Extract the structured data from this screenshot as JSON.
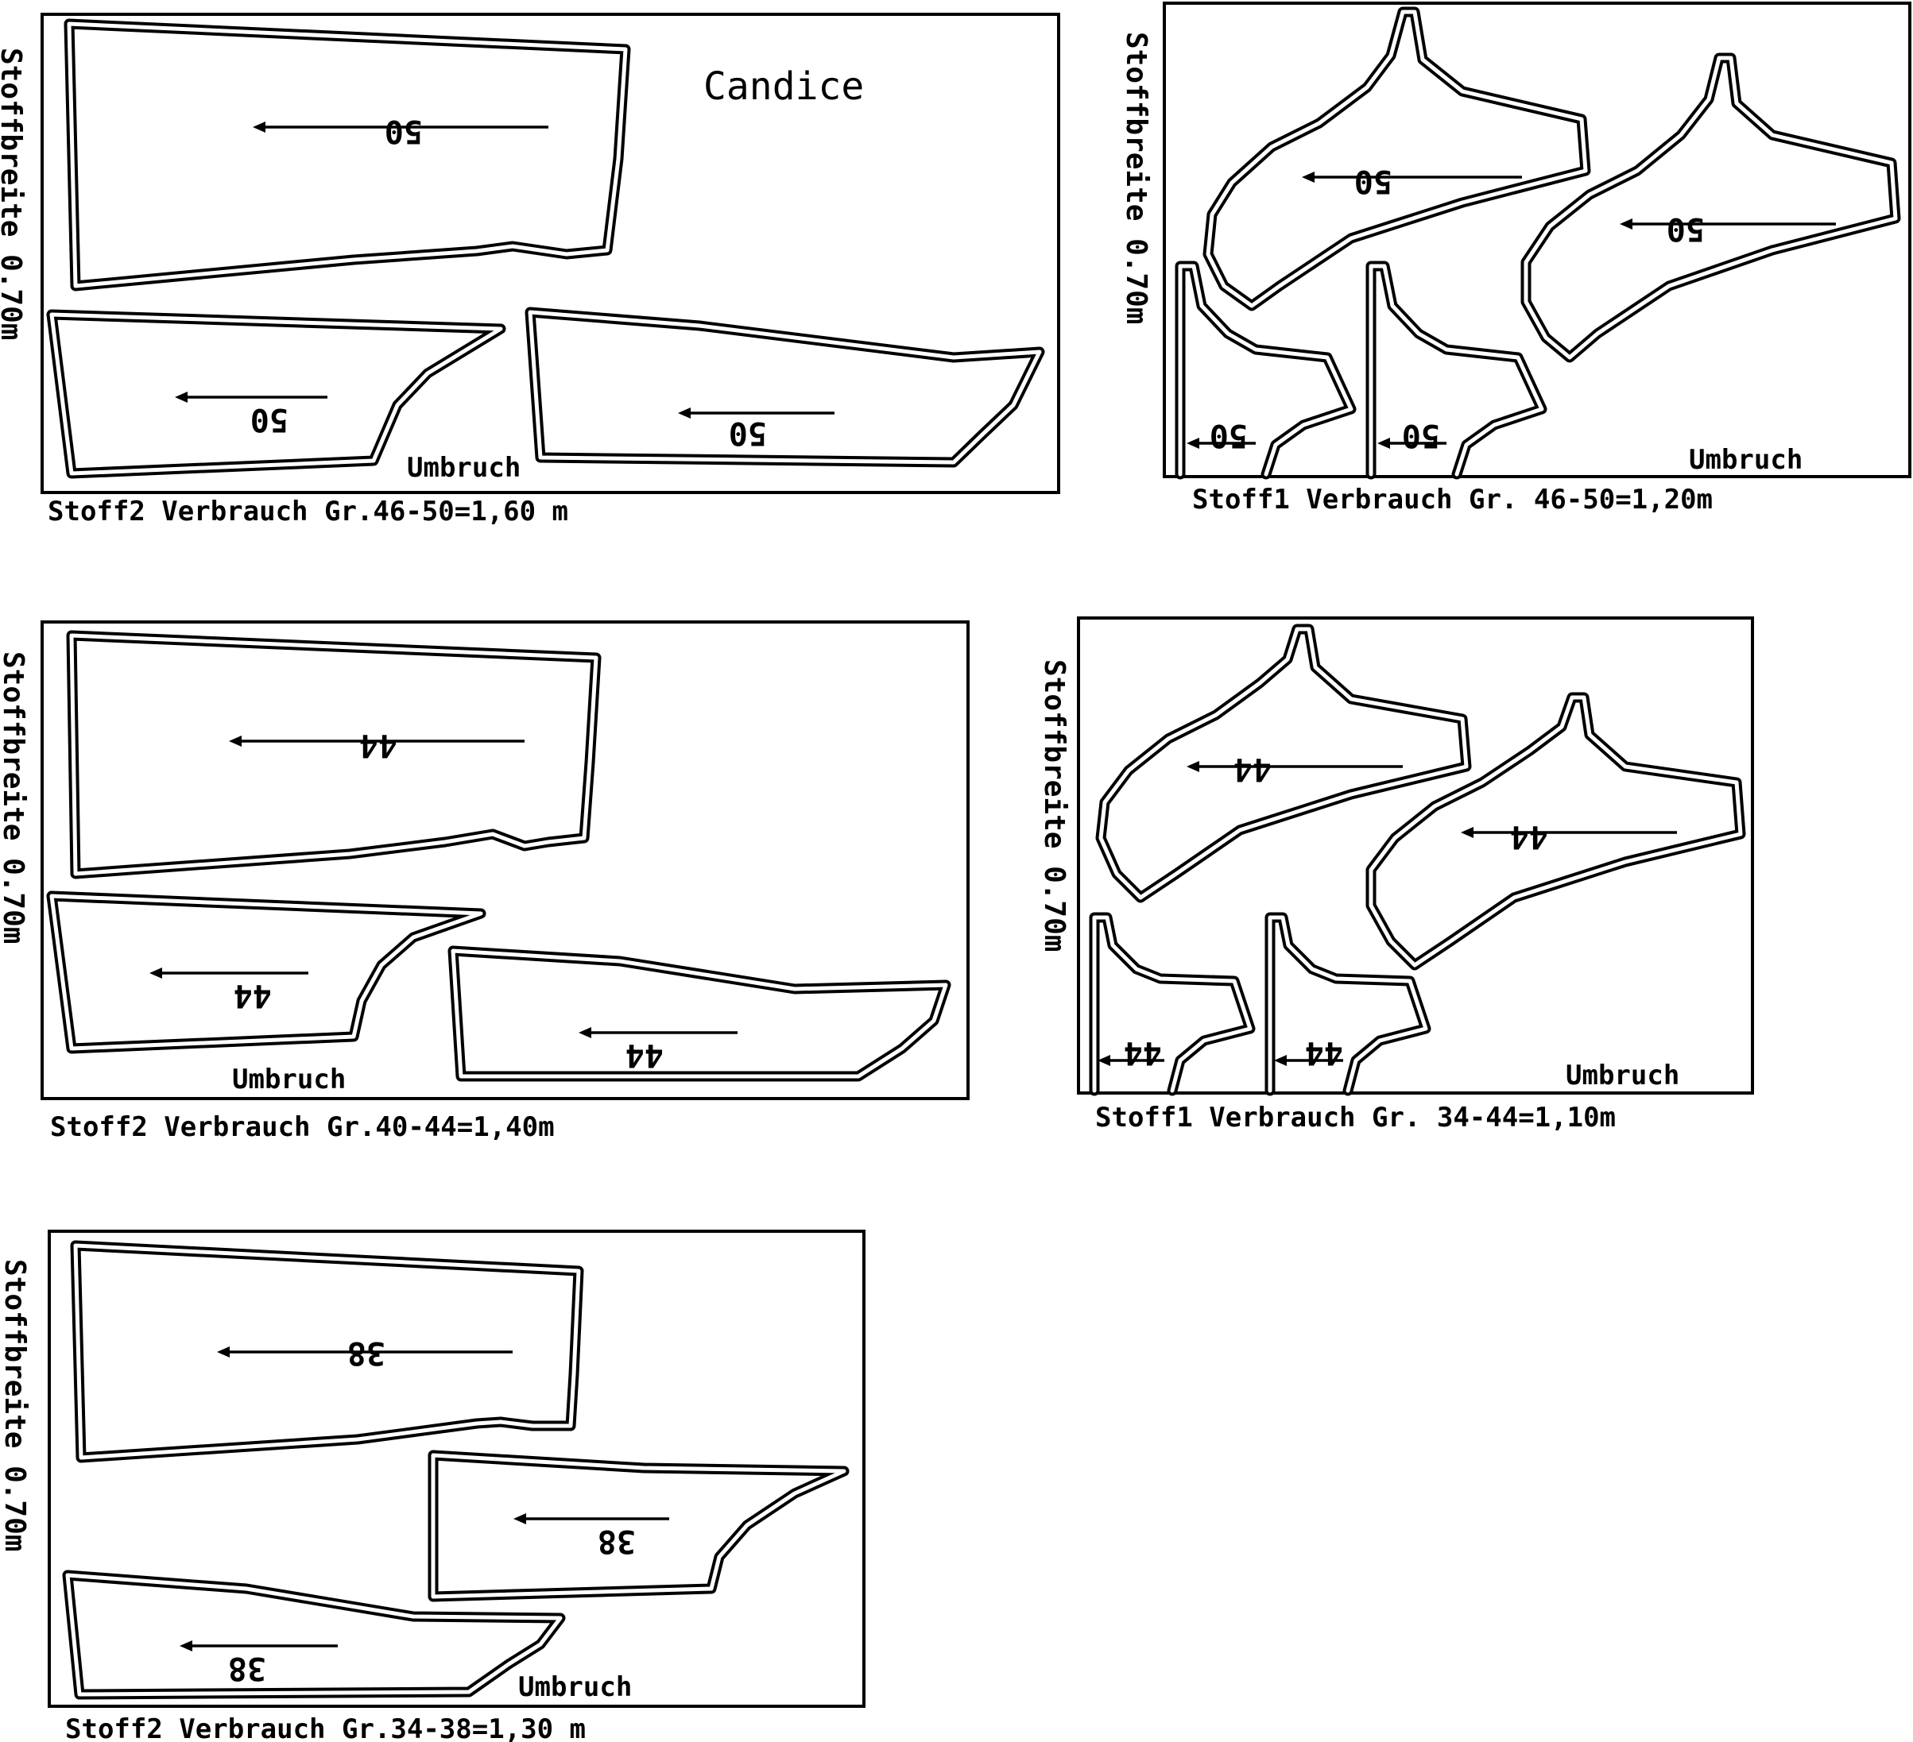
{
  "title": "Candice",
  "fabric_width_label": "Stoffbreite 0.70m",
  "fold_label": "Umbruch",
  "layouts": [
    {
      "id": "stoff2-46-50",
      "caption": "Stoff2 Verbrauch Gr.46-50=1,60 m",
      "size": "50"
    },
    {
      "id": "stoff1-46-50",
      "caption": "Stoff1 Verbrauch Gr. 46-50=1,20m",
      "size": "50"
    },
    {
      "id": "stoff2-40-44",
      "caption": "Stoff2 Verbrauch Gr.40-44=1,40m",
      "size": "44"
    },
    {
      "id": "stoff1-34-44",
      "caption": "Stoff1 Verbrauch Gr. 34-44=1,10m",
      "size": "44"
    },
    {
      "id": "stoff2-34-38",
      "caption": "Stoff2 Verbrauch Gr.34-38=1,30 m",
      "size": "38"
    }
  ]
}
